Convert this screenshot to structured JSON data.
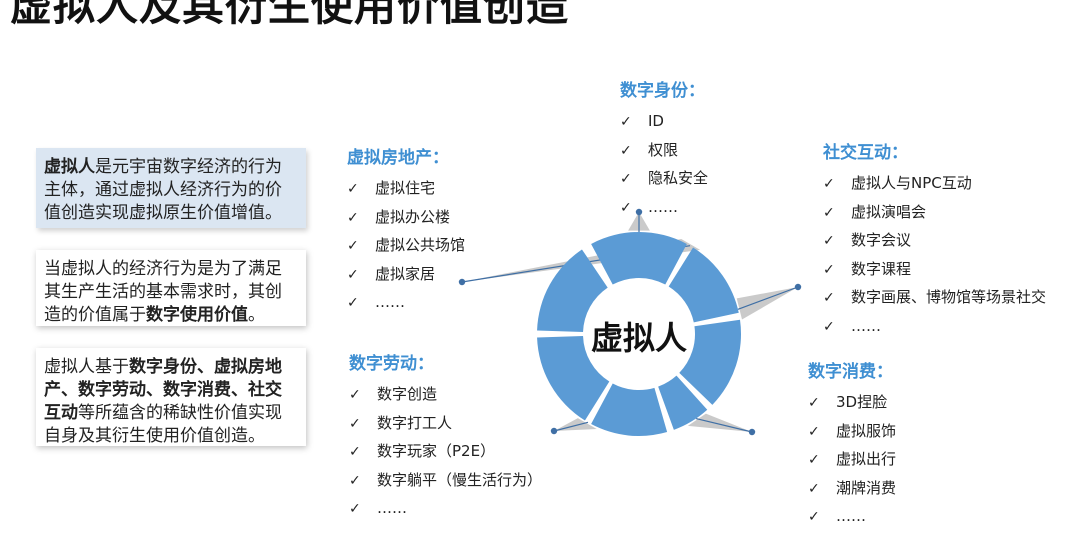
{
  "title": "虚拟人及其衍生使用价值创造",
  "center_label": "虚拟人",
  "colors": {
    "accent": "#3f8fd2",
    "ring": "#5b9bd5",
    "connector": "#b8b8b8",
    "highlight_box": "#dbe6f2"
  },
  "check_mark": "✓",
  "left_boxes": [
    {
      "parts": [
        {
          "text": "虚拟人",
          "bold": true
        },
        {
          "text": "是元宇宙数字经济的行为主体，通过虚拟人经济行为的价值创造实现虚拟原生价值增值。",
          "bold": false
        }
      ]
    },
    {
      "parts": [
        {
          "text": "当虚拟人的经济行为是为了满足其生产生活的基本需求时，其创造的价值属于",
          "bold": false
        },
        {
          "text": "数字使用价值",
          "bold": true
        },
        {
          "text": "。",
          "bold": false
        }
      ]
    },
    {
      "parts": [
        {
          "text": "虚拟人基于",
          "bold": false
        },
        {
          "text": "数字身份、虚拟房地产、数字劳动、数字消费、社交互动",
          "bold": true
        },
        {
          "text": "等所蕴含的稀缺性价值实现自身及其衍生使用价值创造。",
          "bold": false
        }
      ]
    }
  ],
  "categories": {
    "identity": {
      "title": "数字身份：",
      "items": [
        "ID",
        "权限",
        "隐私安全",
        "……"
      ]
    },
    "estate": {
      "title": "虚拟房地产：",
      "items": [
        "虚拟住宅",
        "虚拟办公楼",
        "虚拟公共场馆",
        "虚拟家居",
        "……"
      ]
    },
    "social": {
      "title": "社交互动：",
      "items": [
        "虚拟人与NPC互动",
        "虚拟演唱会",
        "数字会议",
        "数字课程",
        "数字画展、博物馆等场景社交",
        "……"
      ]
    },
    "labor": {
      "title": "数字劳动：",
      "items": [
        "数字创造",
        "数字打工人",
        "数字玩家（P2E）",
        "数字躺平（慢生活行为）",
        "……"
      ]
    },
    "consume": {
      "title": "数字消费：",
      "items": [
        "3D捏脸",
        "虚拟服饰",
        "虚拟出行",
        "潮牌消费",
        "……"
      ]
    }
  }
}
